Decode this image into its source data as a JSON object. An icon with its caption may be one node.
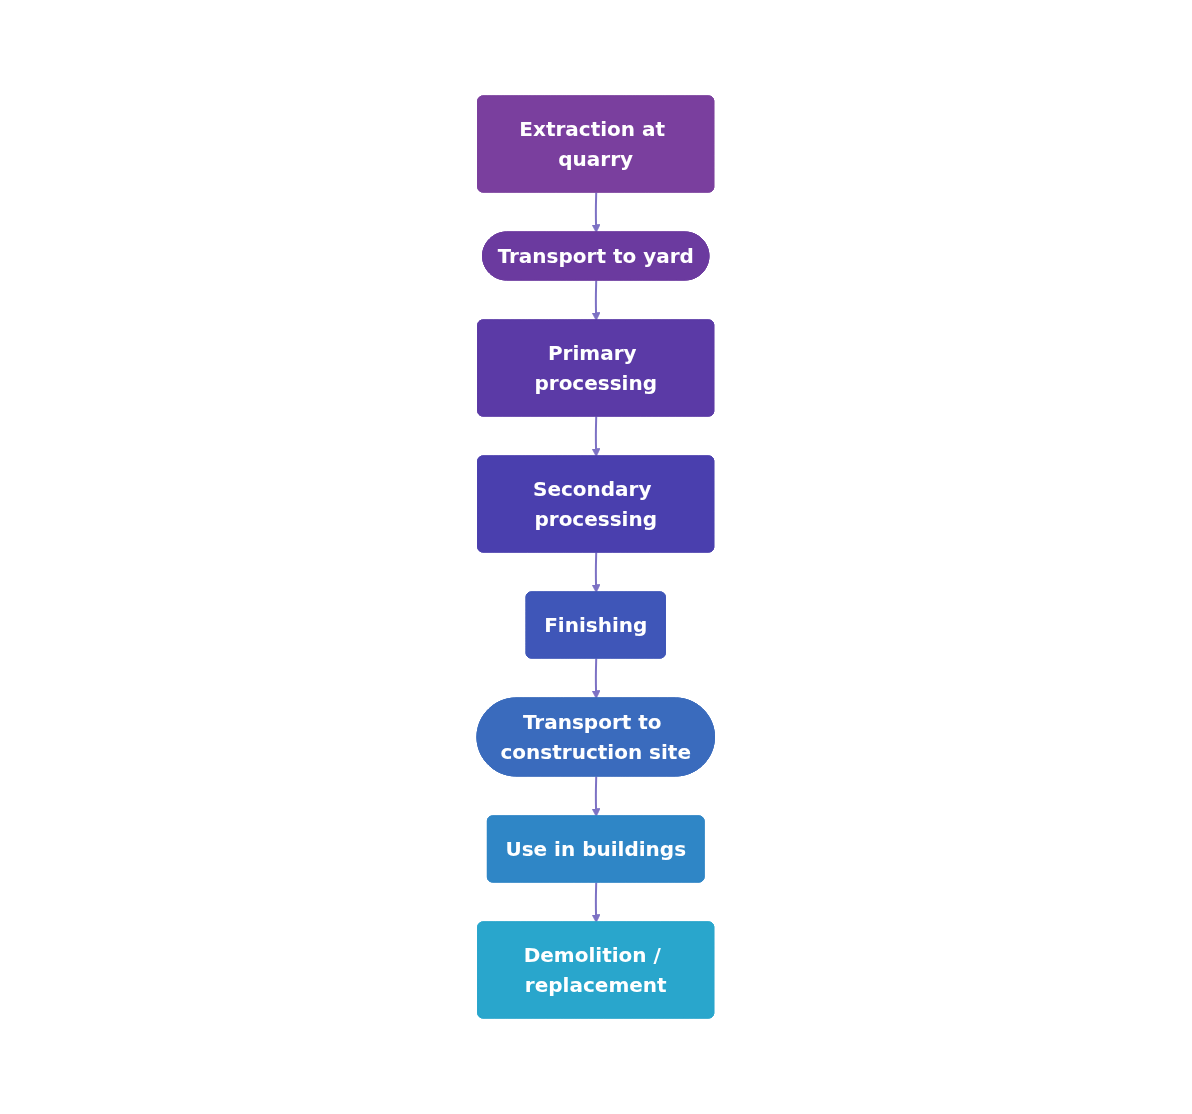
{
  "diagram": {
    "nodes": [
      {
        "text": [
          "Extraction at quarry"
        ]
      },
      {
        "text": [
          "Transport to yard"
        ]
      },
      {
        "text": [
          "Primary processing"
        ]
      },
      {
        "text": [
          "Secondary processing"
        ]
      },
      {
        "text": [
          "Finishing"
        ]
      },
      {
        "text": [
          "Transport to construction site"
        ]
      },
      {
        "text": [
          "Use in buildings"
        ]
      },
      {
        "text": [
          "Demolition / replacement"
        ]
      }
    ],
    "edges": [
      {
        "from": 0,
        "to": 1,
        "arrow": "to"
      },
      {
        "from": 1,
        "to": 2,
        "arrow": "to"
      },
      {
        "from": 2,
        "to": 3,
        "arrow": "to"
      },
      {
        "from": 3,
        "to": 4,
        "arrow": "to"
      },
      {
        "from": 4,
        "to": 5,
        "arrow": "to"
      },
      {
        "from": 5,
        "to": 6,
        "arrow": "to"
      },
      {
        "from": 6,
        "to": 7,
        "arrow": "to"
      }
    ]
  }
}
